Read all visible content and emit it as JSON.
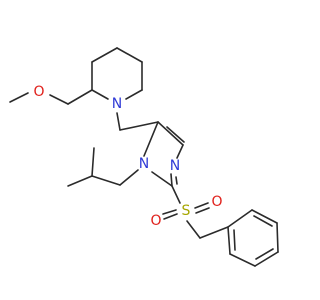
{
  "molecule": {
    "atoms": [
      {
        "key": "o_ether",
        "label": "O",
        "color": "#e0201b"
      },
      {
        "key": "n_piperidine",
        "label": "N",
        "color": "#2f3ad6"
      },
      {
        "key": "n_imidazole_ring",
        "label": "N",
        "color": "#2f3ad6"
      },
      {
        "key": "n_imidazole_sub",
        "label": "N",
        "color": "#2f3ad6"
      },
      {
        "key": "s_sulfonyl",
        "label": "S",
        "color": "#a6a600"
      },
      {
        "key": "o_sulfonyl_left",
        "label": "O",
        "color": "#e0201b"
      },
      {
        "key": "o_sulfonyl_right",
        "label": "O",
        "color": "#e0201b"
      }
    ]
  }
}
